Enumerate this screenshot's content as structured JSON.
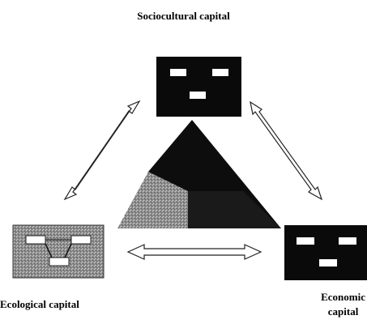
{
  "labels": {
    "sociocultural": "Sociocultural capital",
    "ecological": "Ecological capital",
    "economic_line1": "Economic",
    "economic_line2": "capital"
  },
  "colors": {
    "box_dark": "#0a0a0a",
    "box_gray": "#8f8f8f",
    "small_rect": "#ffffff",
    "pyramid_dark": "#0d0d0d",
    "pyramid_mid": "#1f1f1f",
    "pyramid_light": "#9a9a9a",
    "arrow_stroke": "#222222"
  },
  "icons": {
    "arrow_top_left": "double-arrow-icon",
    "arrow_top_right": "double-arrow-icon",
    "arrow_bottom": "double-arrow-icon"
  }
}
